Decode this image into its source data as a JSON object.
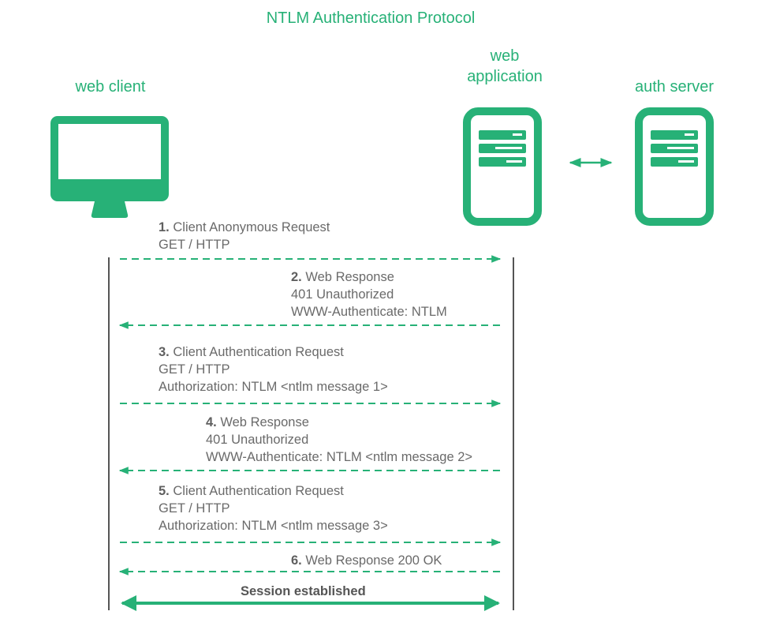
{
  "title": "NTLM Authentication Protocol",
  "colors": {
    "accent": "#27b177",
    "text": "#6a6a6a",
    "lifeline": "#555555"
  },
  "actors": [
    {
      "id": "client",
      "label": "web client",
      "icon": "monitor-icon"
    },
    {
      "id": "webapp",
      "label_line1": "web",
      "label_line2": "application",
      "icon": "server-icon"
    },
    {
      "id": "auth",
      "label": "auth server",
      "icon": "server-icon"
    }
  ],
  "messages": [
    {
      "num": "1.",
      "lines": [
        "Client Anonymous Request",
        "GET / HTTP"
      ],
      "direction": "right"
    },
    {
      "num": "2.",
      "lines": [
        "Web Response",
        "401 Unauthorized",
        "WWW-Authenticate: NTLM"
      ],
      "direction": "left"
    },
    {
      "num": "3.",
      "lines": [
        "Client Authentication Request",
        "GET / HTTP",
        "Authorization: NTLM <ntlm message 1>"
      ],
      "direction": "right"
    },
    {
      "num": "4.",
      "lines": [
        "Web Response",
        "401 Unauthorized",
        "WWW-Authenticate: NTLM <ntlm message 2>"
      ],
      "direction": "left"
    },
    {
      "num": "5.",
      "lines": [
        "Client Authentication Request",
        "GET / HTTP",
        "Authorization: NTLM <ntlm message 3>"
      ],
      "direction": "right"
    },
    {
      "num": "6.",
      "lines": [
        "Web Response 200 OK"
      ],
      "direction": "left"
    }
  ],
  "session": {
    "label": "Session established"
  }
}
